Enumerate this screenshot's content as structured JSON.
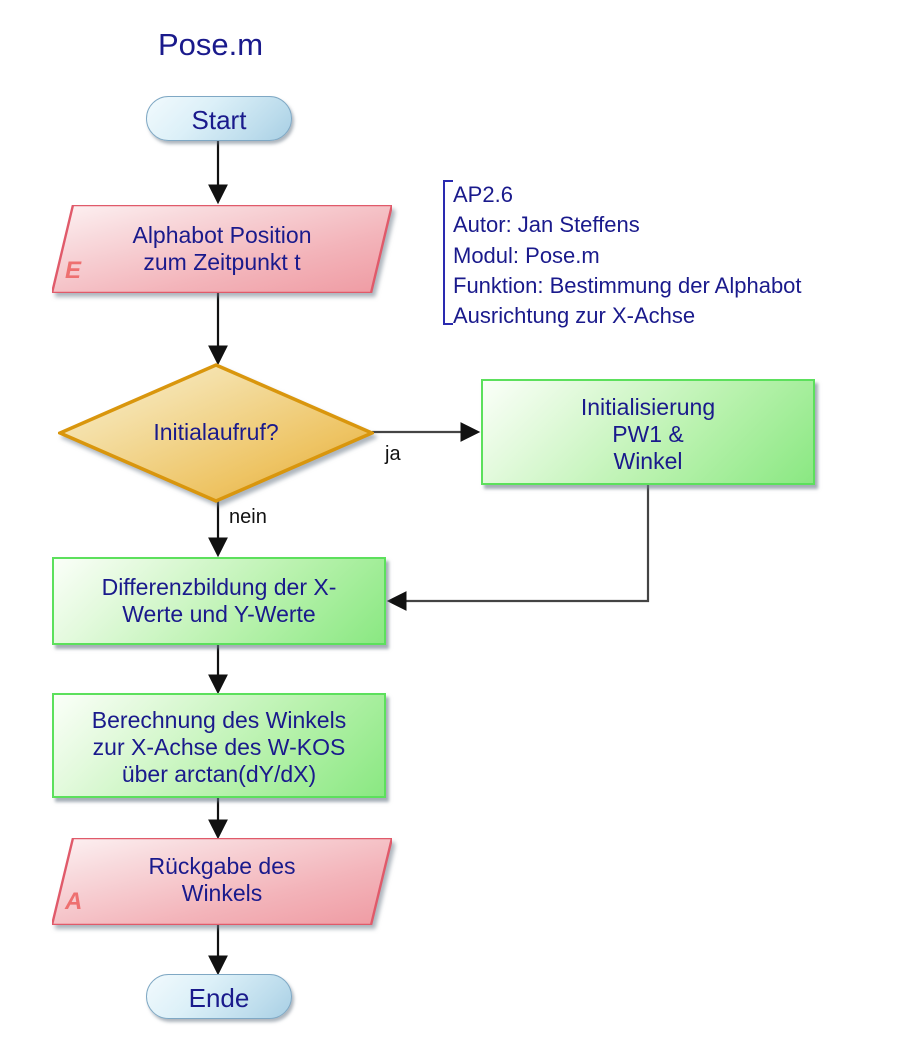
{
  "diagram": {
    "title": "Pose.m",
    "type": "flowchart",
    "language": "de"
  },
  "note": {
    "name": "info-note",
    "lines": [
      "AP2.6",
      "Autor: Jan Steffens",
      "Modul: Pose.m",
      "Funktion: Bestimmung der Alphabot",
      "Ausrichtung zur X-Achse"
    ],
    "text": "AP2.6\nAutor: Jan Steffens\nModul: Pose.m\nFunktion: Bestimmung der Alphabot\nAusrichtung zur X-Achse"
  },
  "nodes": {
    "start": {
      "label": "Start",
      "shape": "terminator",
      "color": "#bcdcec"
    },
    "input_position": {
      "label": "Alphabot Position\nzum Zeitpunkt t",
      "marker": "E",
      "shape": "parallelogram",
      "color": "#f0a0a8"
    },
    "decision_init": {
      "label": "Initialaufruf?",
      "shape": "diamond",
      "color": "#e8b84b"
    },
    "init_block": {
      "label": "Initialisierung\nPW1 &\nWinkel",
      "shape": "process",
      "color": "#9df08e"
    },
    "difference": {
      "label": "Differenzbildung der X-\nWerte und Y-Werte",
      "shape": "process",
      "color": "#9df08e"
    },
    "angle_calc": {
      "label": "Berechnung des Winkels\nzur X-Achse des W-KOS\nüber arctan(dY/dX)",
      "shape": "process",
      "color": "#9df08e"
    },
    "output_angle": {
      "label": "Rückgabe des\nWinkels",
      "marker": "A",
      "shape": "parallelogram",
      "color": "#f0a0a8"
    },
    "end": {
      "label": "Ende",
      "shape": "terminator",
      "color": "#bcdcec"
    }
  },
  "edges": {
    "yes_label": "ja",
    "no_label": "nein"
  }
}
